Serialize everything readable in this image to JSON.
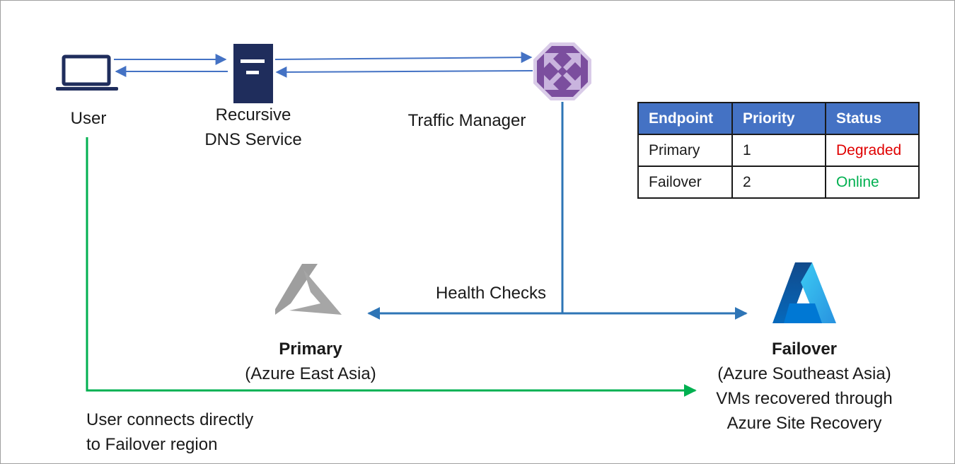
{
  "nodes": {
    "user": {
      "label": "User",
      "icon": "laptop-icon"
    },
    "dns": {
      "label_line1": "Recursive",
      "label_line2": "DNS Service",
      "icon": "server-icon"
    },
    "traffic_manager": {
      "label": "Traffic Manager",
      "icon": "traffic-manager-icon"
    },
    "primary": {
      "title": "Primary",
      "subtitle": "(Azure East Asia)",
      "icon": "azure-logo-gray-icon"
    },
    "failover": {
      "title": "Failover",
      "line1": "(Azure Southeast Asia)",
      "line2": "VMs recovered through",
      "line3": "Azure Site Recovery",
      "icon": "azure-logo-blue-icon"
    }
  },
  "edges": {
    "health_checks": "Health Checks",
    "user_connects_line1": "User connects directly",
    "user_connects_line2": "to Failover region"
  },
  "endpoint_table": {
    "headers": [
      "Endpoint",
      "Priority",
      "Status"
    ],
    "rows": [
      {
        "endpoint": "Primary",
        "priority": "1",
        "status": "Degraded",
        "status_color": "#e00000"
      },
      {
        "endpoint": "Failover",
        "priority": "2",
        "status": "Online",
        "status_color": "#00b050"
      }
    ],
    "header_color": "#4472c4"
  },
  "colors": {
    "dns_flow": "#4472c4",
    "health_check": "#2e75b6",
    "user_path": "#00b050",
    "traffic_manager": "#7b4e9e",
    "server": "#1f2d5c"
  }
}
